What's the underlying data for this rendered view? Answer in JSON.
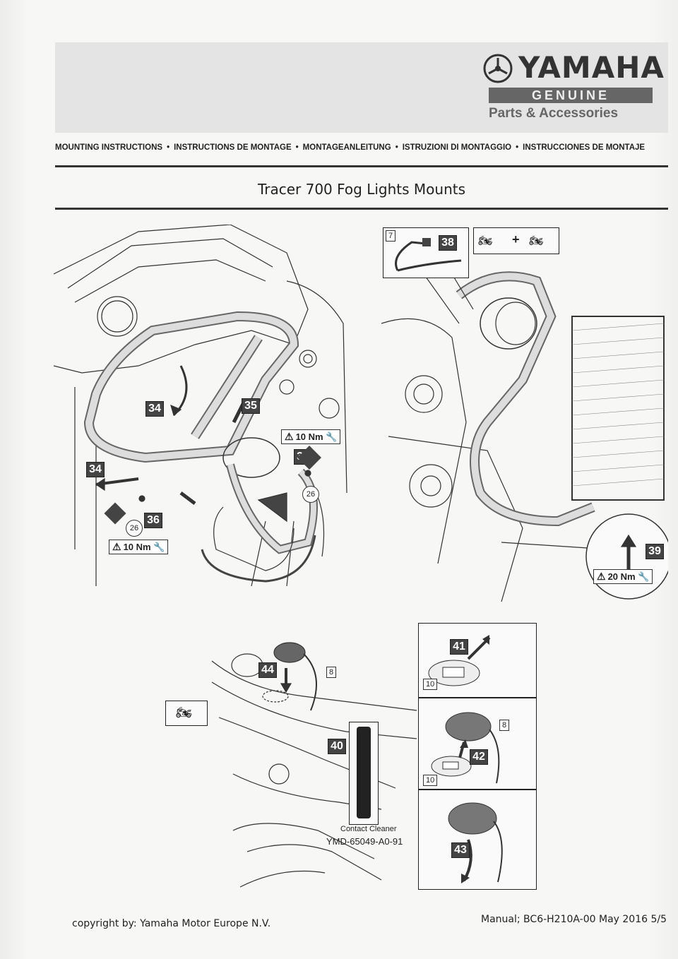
{
  "brand": {
    "name": "YAMAHA",
    "line2": "GENUINE",
    "line3": "Parts & Accessories"
  },
  "instructions": [
    "MOUNTING INSTRUCTIONS",
    "INSTRUCTIONS DE MONTAGE",
    "MONTAGEANLEITUNG",
    "ISTRUZIONI DI MONTAGGIO",
    "INSTRUCCIONES DE MONTAJE"
  ],
  "title": "Tracer 700 Fog Lights Mounts",
  "left_panel": {
    "steps": [
      "34",
      "35",
      "34",
      "36",
      "37"
    ],
    "torque_a": "10 Nm",
    "torque_b": "10 Nm",
    "refs": [
      "26",
      "26"
    ]
  },
  "right_panel": {
    "part_ref": "7",
    "steps": [
      "38",
      "39"
    ],
    "torque": "20 Nm",
    "plus": "+"
  },
  "bottom_panel": {
    "steps": [
      "44",
      "40",
      "41",
      "42",
      "43"
    ],
    "refs": [
      "8",
      "10",
      "8",
      "10"
    ],
    "product_label": "Contact Cleaner",
    "product_code": "YMD-65049-A0-91"
  },
  "footer": {
    "copyright": "copyright by: Yamaha Motor Europe N.V.",
    "manual": "Manual; BC6-H210A-00 May 2016 5/5"
  },
  "colors": {
    "ink": "#222222",
    "callout": "#444444",
    "band": "#e4e4e4"
  }
}
